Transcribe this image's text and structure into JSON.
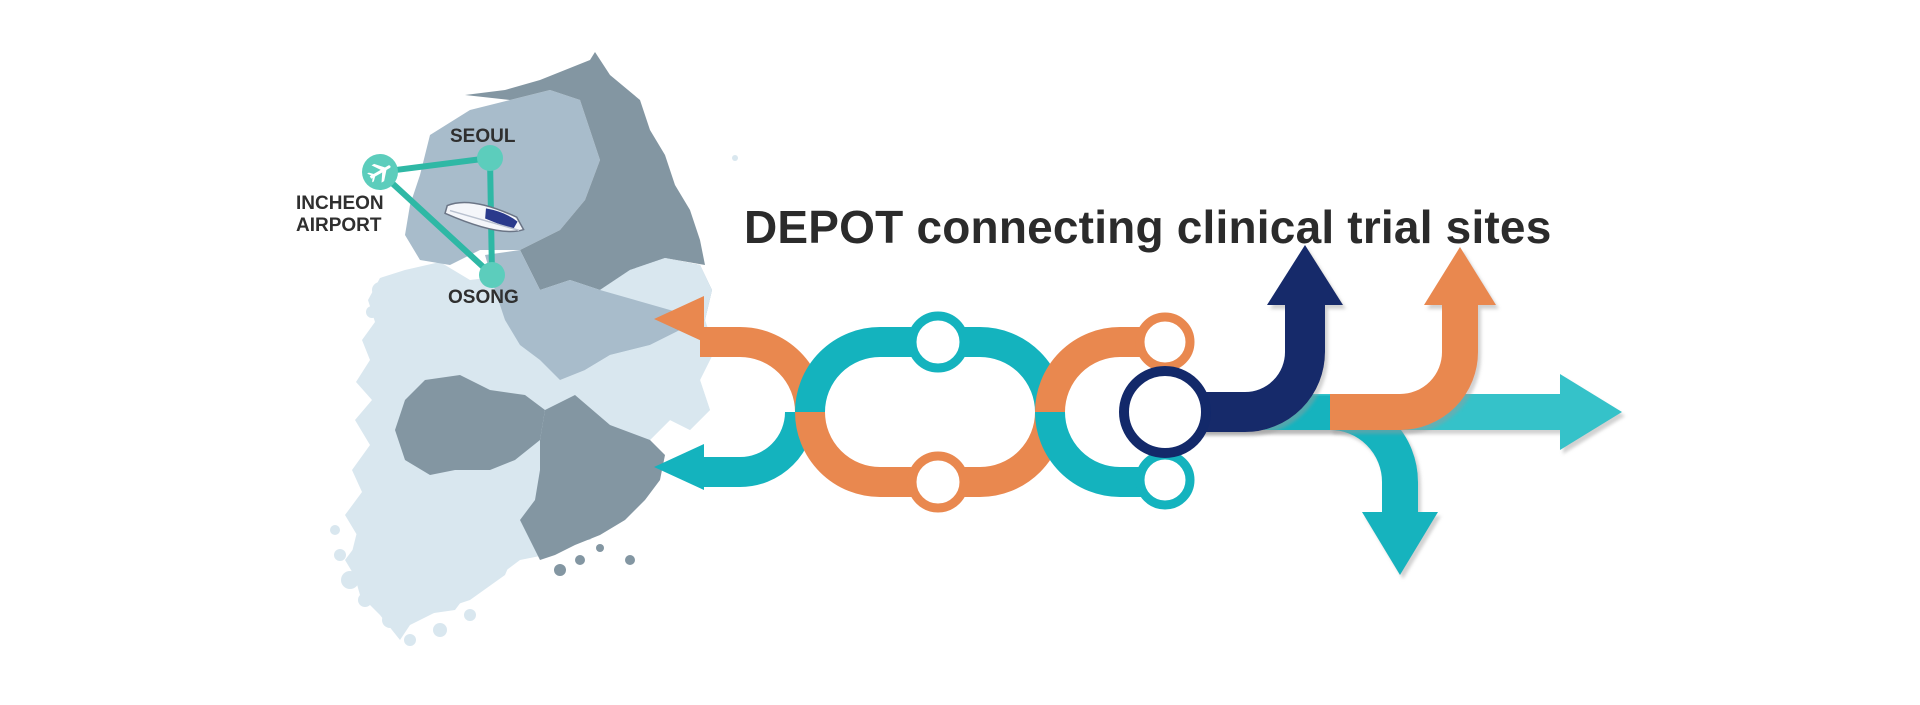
{
  "title": "DEPOT connecting clinical trial sites",
  "map": {
    "cities": {
      "seoul": "SEOUL",
      "incheon_line1": "INCHEON",
      "incheon_line2": "AIRPORT",
      "osong": "OSONG"
    }
  },
  "colors": {
    "teal": "#14b3be",
    "orange": "#e9884f",
    "navy": "#13296a",
    "map_dark": "#8396a2",
    "map_mid": "#a8bccb",
    "map_light": "#d9e7ef",
    "route": "#2fb8a5",
    "node": "#5ccdbc"
  },
  "icons": [
    "airplane-icon",
    "train-icon"
  ]
}
